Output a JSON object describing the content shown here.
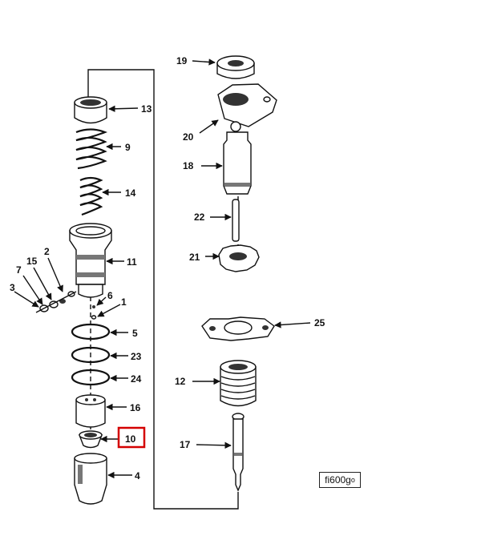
{
  "figure_id": "fi600g",
  "figure_id_suffix": "o",
  "callouts": {
    "c19": "19",
    "c13": "13",
    "c20": "20",
    "c9": "9",
    "c18": "18",
    "c14": "14",
    "c22": "22",
    "c11": "11",
    "c21": "21",
    "c2": "2",
    "c15": "15",
    "c7": "7",
    "c3": "3",
    "c6": "6",
    "c1": "1",
    "c5": "5",
    "c25": "25",
    "c23": "23",
    "c24": "24",
    "c12": "12",
    "c16": "16",
    "c10": "10",
    "c17": "17",
    "c4": "4"
  },
  "highlight_callout": "10",
  "colors": {
    "line": "#111111",
    "highlight": "#d40000",
    "shade": "#777777"
  }
}
